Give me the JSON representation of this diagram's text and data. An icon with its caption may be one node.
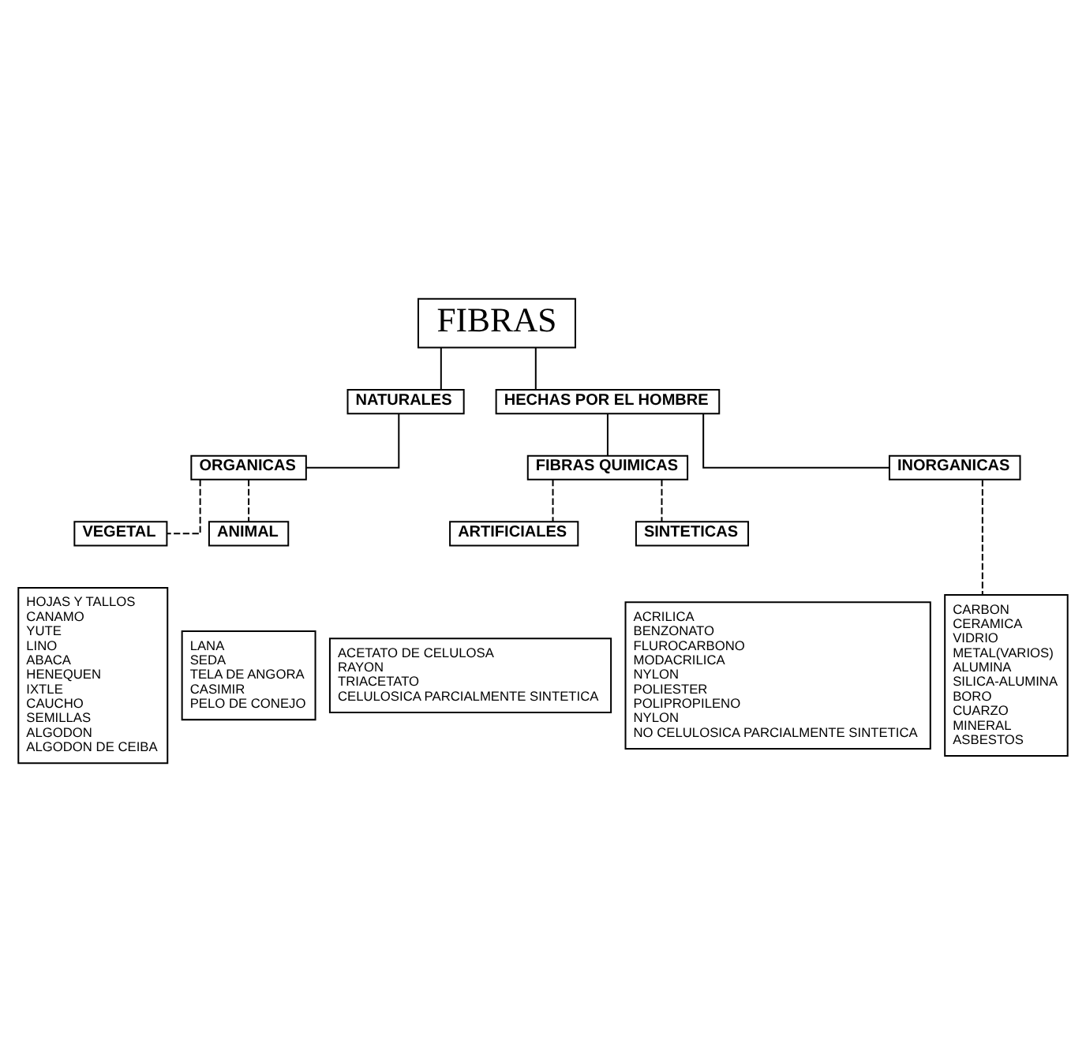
{
  "diagram": {
    "nodes": [
      {
        "text": [
          "FIBRAS"
        ]
      },
      {
        "text": [
          "NATURALES"
        ]
      },
      {
        "text": [
          "HECHAS POR EL HOMBRE"
        ]
      },
      {
        "text": [
          "ORGANICAS"
        ]
      },
      {
        "text": [
          "FIBRAS QUIMICAS"
        ]
      },
      {
        "text": [
          "INORGANICAS"
        ]
      },
      {
        "text": [
          "VEGETAL"
        ]
      },
      {
        "text": [
          "ANIMAL"
        ]
      },
      {
        "text": [
          "ARTIFICIALES"
        ]
      },
      {
        "text": [
          "SINTETICAS"
        ]
      },
      {
        "text": [
          "HOJAS Y TALLOS",
          "CANAMO",
          "YUTE",
          "LINO",
          "ABACA",
          "HENEQUEN",
          "IXTLE",
          "CAUCHO",
          "SEMILLAS",
          "ALGODON",
          "ALGODON DE CEIBA"
        ]
      },
      {
        "text": [
          "LANA",
          "SEDA",
          "TELA DE ANGORA",
          "CASIMIR",
          "PELO DE CONEJO"
        ]
      },
      {
        "text": [
          "ACETATO DE CELULOSA",
          "RAYON",
          "TRIACETATO",
          "CELULOSICA PARCIALMENTE SINTETICA"
        ]
      },
      {
        "text": [
          "ACRILICA",
          "BENZONATO",
          "FLUROCARBONO",
          "MODACRILICA",
          "NYLON",
          "POLIESTER",
          "POLIPROPILENO",
          "NYLON",
          "NO CELULOSICA PARCIALMENTE SINTETICA"
        ]
      },
      {
        "text": [
          "CARBON",
          "CERAMICA",
          "VIDRIO",
          "METAL(VARIOS)",
          "ALUMINA",
          "SILICA-ALUMINA",
          "BORO",
          "CUARZO",
          "MINERAL",
          "ASBESTOS"
        ]
      }
    ],
    "edges": [
      {
        "from": 0,
        "to": 1,
        "arrow": "none"
      },
      {
        "from": 0,
        "to": 2,
        "arrow": "none"
      },
      {
        "from": 1,
        "to": 3,
        "arrow": "none"
      },
      {
        "from": 2,
        "to": 4,
        "arrow": "none"
      },
      {
        "from": 2,
        "to": 5,
        "arrow": "none"
      },
      {
        "from": 3,
        "to": 6,
        "arrow": "none",
        "style": "dashed"
      },
      {
        "from": 3,
        "to": 7,
        "arrow": "none",
        "style": "dashed"
      },
      {
        "from": 4,
        "to": 8,
        "arrow": "none",
        "style": "dashed"
      },
      {
        "from": 4,
        "to": 9,
        "arrow": "none",
        "style": "dashed"
      },
      {
        "from": 5,
        "to": 14,
        "arrow": "none",
        "style": "dashed"
      }
    ]
  }
}
